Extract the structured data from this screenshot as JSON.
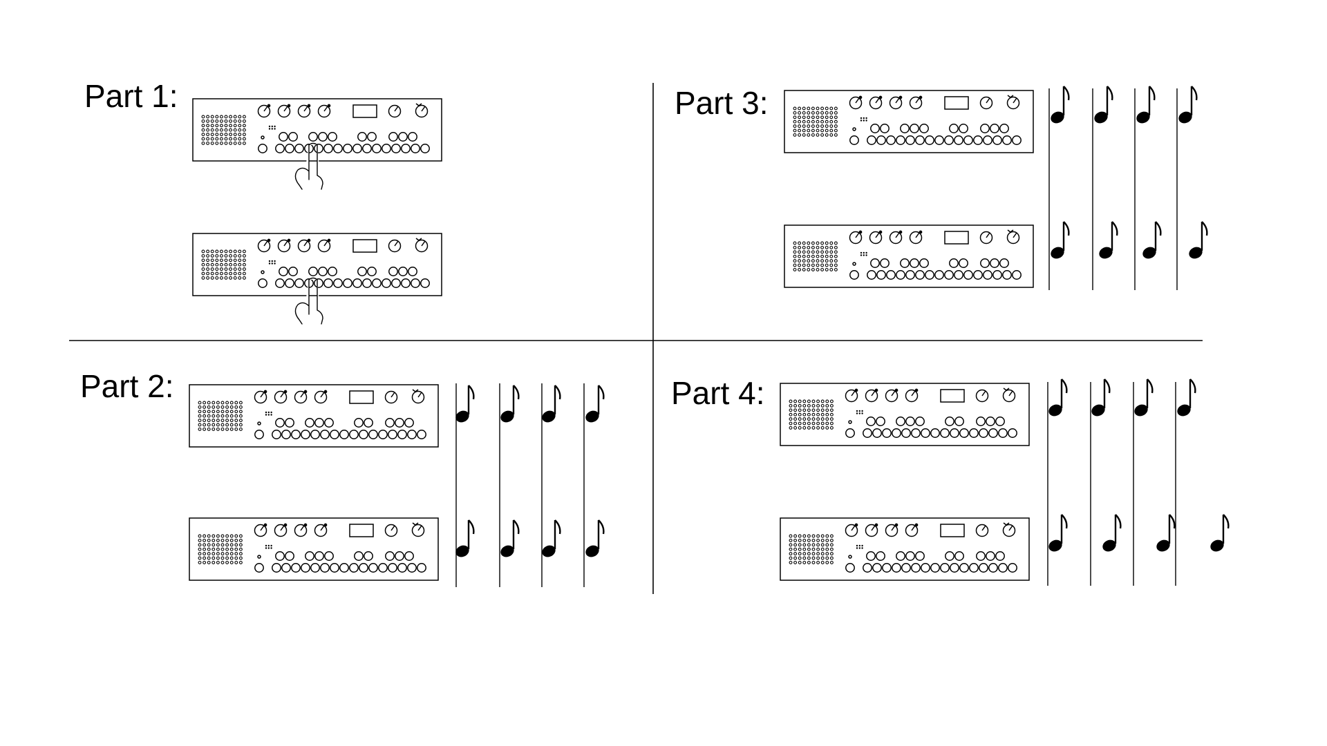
{
  "parts": [
    {
      "id": "part1",
      "label": "Part 1:"
    },
    {
      "id": "part2",
      "label": "Part 2:"
    },
    {
      "id": "part3",
      "label": "Part 3:"
    },
    {
      "id": "part4",
      "label": "Part 4:"
    }
  ],
  "colors": {
    "ink": "#000000",
    "background": "#ffffff"
  },
  "icons": [
    "synth-device-icon",
    "pointing-hand-icon",
    "eighth-note-icon",
    "knob-icon",
    "speaker-grille-icon"
  ]
}
